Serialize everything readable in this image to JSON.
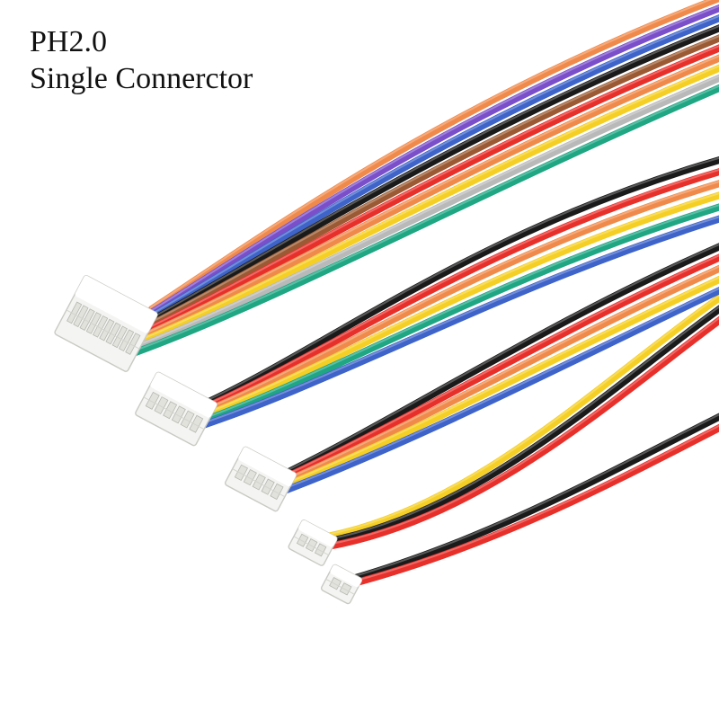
{
  "caption": {
    "line1": "PH2.0",
    "line2": "Single Connerctor"
  },
  "wire_colors": {
    "orange": "#f08a4b",
    "purple": "#7a4fc9",
    "blue": "#3e63c9",
    "black": "#1a1a1a",
    "brown": "#9b5a33",
    "red": "#e8302b",
    "yellow": "#f5cf23",
    "gray": "#b9b9b9",
    "green": "#1fa683",
    "white": "#f3f3f3"
  },
  "cables": [
    {
      "id": "cable-10-pin",
      "pins": 10,
      "colors": [
        "orange",
        "purple",
        "blue",
        "black",
        "brown",
        "red",
        "orange",
        "yellow",
        "gray",
        "green"
      ]
    },
    {
      "id": "cable-6-pin",
      "pins": 6,
      "colors": [
        "black",
        "red",
        "orange",
        "yellow",
        "green",
        "blue"
      ]
    },
    {
      "id": "cable-5-pin",
      "pins": 5,
      "colors": [
        "black",
        "red",
        "orange",
        "yellow",
        "blue"
      ]
    },
    {
      "id": "cable-3-pin",
      "pins": 3,
      "colors": [
        "yellow",
        "black",
        "red"
      ]
    },
    {
      "id": "cable-2-pin",
      "pins": 2,
      "colors": [
        "black",
        "red"
      ]
    }
  ]
}
